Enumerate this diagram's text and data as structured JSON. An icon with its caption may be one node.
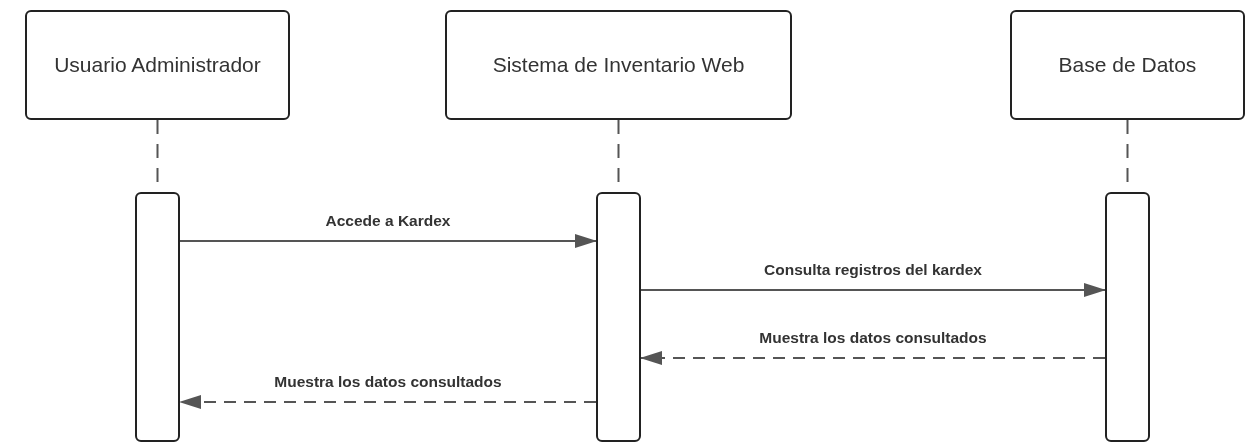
{
  "diagram": {
    "nodes": [
      {
        "text": [
          "Usuario Administrador"
        ]
      },
      {
        "text": [
          "Sistema de Inventario Web"
        ]
      },
      {
        "text": [
          "Base de Datos"
        ]
      },
      {
        "text": [],
        "shape": "bar"
      },
      {
        "text": [],
        "shape": "bar"
      },
      {
        "text": [],
        "shape": "bar"
      }
    ],
    "edges": [
      {
        "from": 0,
        "to": 3,
        "arrow": "none",
        "style": "dashed"
      },
      {
        "from": 1,
        "to": 4,
        "arrow": "none",
        "style": "dashed"
      },
      {
        "from": 2,
        "to": 5,
        "arrow": "none",
        "style": "dashed"
      },
      {
        "from": 3,
        "to": 4,
        "arrow": "to",
        "label": "Accede a Kardex"
      },
      {
        "from": 4,
        "to": 5,
        "arrow": "to",
        "label": "Consulta registros del kardex"
      },
      {
        "from": 5,
        "to": 4,
        "arrow": "to",
        "style": "dashed",
        "label": "Muestra los datos consultados"
      },
      {
        "from": 4,
        "to": 3,
        "arrow": "to",
        "style": "dashed",
        "label": "Muestra los datos consultados"
      }
    ]
  }
}
